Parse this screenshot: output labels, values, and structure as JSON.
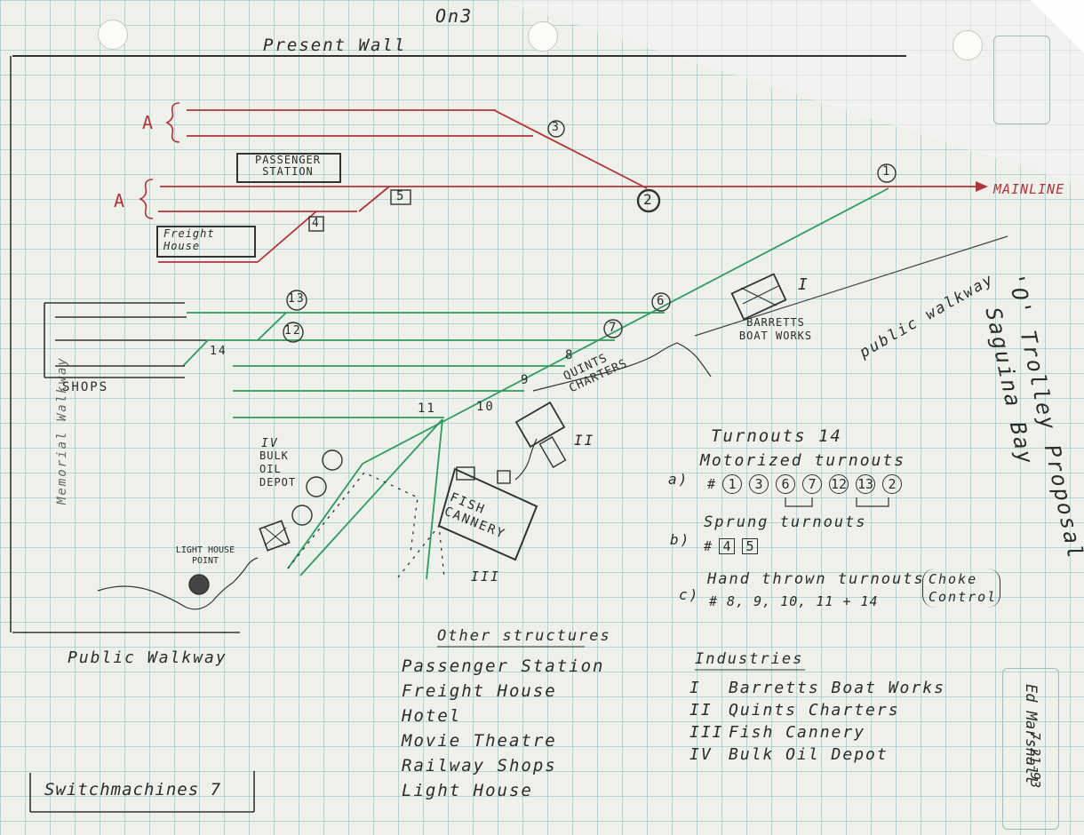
{
  "header": {
    "scale": "On3",
    "wall": "Present Wall"
  },
  "title_vertical": {
    "line1": "'O' Trolley Proposal",
    "line2": "Saguina Bay"
  },
  "walkways": {
    "diagonal": "public walkway",
    "bottom": "Public Walkway",
    "left_partial": "Memorial Walkway"
  },
  "track_labels": {
    "A": "A",
    "mainline": "MAINLINE",
    "turnout_numbers": [
      "1",
      "2",
      "3",
      "4",
      "5",
      "6",
      "7",
      "8",
      "9",
      "10",
      "11",
      "12",
      "13",
      "14"
    ]
  },
  "buildings": {
    "passenger_station": "PASSENGER STATION",
    "freight_house": "Freight House",
    "shops": "SHOPS",
    "barretts": "BARRETTS BOAT WORKS",
    "quints": "QUINTS CHARTERS",
    "fish_cannery": "FISH CANNERY",
    "bulk_oil": "BULK OIL DEPOT",
    "light_house": "LIGHT HOUSE POINT"
  },
  "roman": {
    "I": "I",
    "II": "II",
    "III": "III",
    "IV": "IV"
  },
  "turnouts": {
    "heading": "Turnouts 14",
    "a_label": "a)",
    "a_title": "Motorized turnouts",
    "a_list": [
      "1",
      "3",
      "6",
      "7",
      "12",
      "13",
      "2"
    ],
    "b_label": "b)",
    "b_title": "Sprung turnouts",
    "b_list": [
      "4",
      "5"
    ],
    "c_label": "c)",
    "c_title": "Hand thrown turnouts",
    "c_list": "# 8, 9, 10, 11 + 14",
    "c_note": "Choke Control"
  },
  "other_structures": {
    "heading": "Other structures",
    "items": [
      "Passenger Station",
      "Freight House",
      "Hotel",
      "Movie Theatre",
      "Railway Shops",
      "Light House"
    ]
  },
  "industries": {
    "heading": "Industries",
    "items": [
      {
        "num": "I",
        "name": "Barretts Boat Works"
      },
      {
        "num": "II",
        "name": "Quints Charters"
      },
      {
        "num": "III",
        "name": "Fish Cannery"
      },
      {
        "num": "IV",
        "name": "Bulk Oil Depot"
      }
    ]
  },
  "switch_machines": "Switchmachines 7",
  "signature": {
    "name": "Ed Marshall",
    "date": "7-21-93"
  },
  "colors": {
    "red_track": "#b0343c",
    "green_track": "#2f9a5f",
    "pencil": "#2b2b2b"
  }
}
